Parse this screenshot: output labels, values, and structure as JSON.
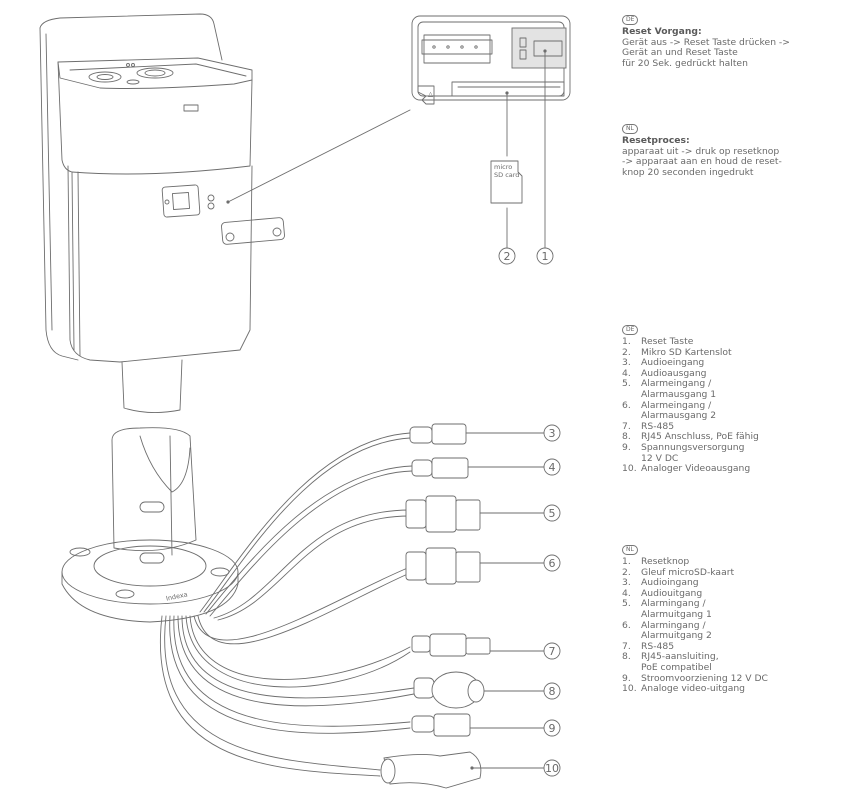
{
  "reset_de": {
    "lang": "DE",
    "title": "Reset Vorgang:",
    "lines": [
      "Gerät aus -> Reset Taste drücken ->",
      "Gerät an und Reset Taste",
      "für 20 Sek. gedrückt halten"
    ]
  },
  "reset_nl": {
    "lang": "NL",
    "title": "Resetproces:",
    "lines": [
      "apparaat uit -> druk op resetknop",
      "-> apparaat aan en houd de reset-",
      "knop 20 seconden ingedrukt"
    ]
  },
  "legend_de": {
    "lang": "DE",
    "items": [
      {
        "num": "1.",
        "lines": [
          "Reset Taste"
        ]
      },
      {
        "num": "2.",
        "lines": [
          "Mikro SD Kartenslot"
        ]
      },
      {
        "num": "3.",
        "lines": [
          "Audioeingang"
        ]
      },
      {
        "num": "4.",
        "lines": [
          "Audioausgang"
        ]
      },
      {
        "num": "5.",
        "lines": [
          "Alarmeingang /",
          "Alarmausgang 1"
        ]
      },
      {
        "num": "6.",
        "lines": [
          "Alarmeingang /",
          "Alarmausgang 2"
        ]
      },
      {
        "num": "7.",
        "lines": [
          "RS-485"
        ]
      },
      {
        "num": "8.",
        "lines": [
          "RJ45 Anschluss, PoE fähig"
        ]
      },
      {
        "num": "9.",
        "lines": [
          "Spannungsversorgung",
          "12 V DC"
        ]
      },
      {
        "num": "10.",
        "lines": [
          "Analoger Videoausgang"
        ]
      }
    ]
  },
  "legend_nl": {
    "lang": "NL",
    "items": [
      {
        "num": "1.",
        "lines": [
          "Resetknop"
        ]
      },
      {
        "num": "2.",
        "lines": [
          "Gleuf microSD-kaart"
        ]
      },
      {
        "num": "3.",
        "lines": [
          "Audioingang"
        ]
      },
      {
        "num": "4.",
        "lines": [
          "Audiouitgang"
        ]
      },
      {
        "num": "5.",
        "lines": [
          "Alarmingang /",
          "Alarmuitgang 1"
        ]
      },
      {
        "num": "6.",
        "lines": [
          "Alarmingang /",
          "Alarmuitgang 2"
        ]
      },
      {
        "num": "7.",
        "lines": [
          "RS-485"
        ]
      },
      {
        "num": "8.",
        "lines": [
          "RJ45-aansluiting,",
          "PoE compatibel"
        ]
      },
      {
        "num": "9.",
        "lines": [
          "Stroomvoorziening 12 V DC"
        ]
      },
      {
        "num": "10.",
        "lines": [
          "Analoge video-uitgang"
        ]
      }
    ]
  },
  "diagram": {
    "sd_card_label": [
      "micro",
      "SD card"
    ],
    "brand_mark": "Indexa",
    "callouts": [
      "1",
      "2",
      "3",
      "4",
      "5",
      "6",
      "7",
      "8",
      "9",
      "10"
    ],
    "line_color": "#6e6e6e",
    "text_color": "#6a6a6a"
  }
}
